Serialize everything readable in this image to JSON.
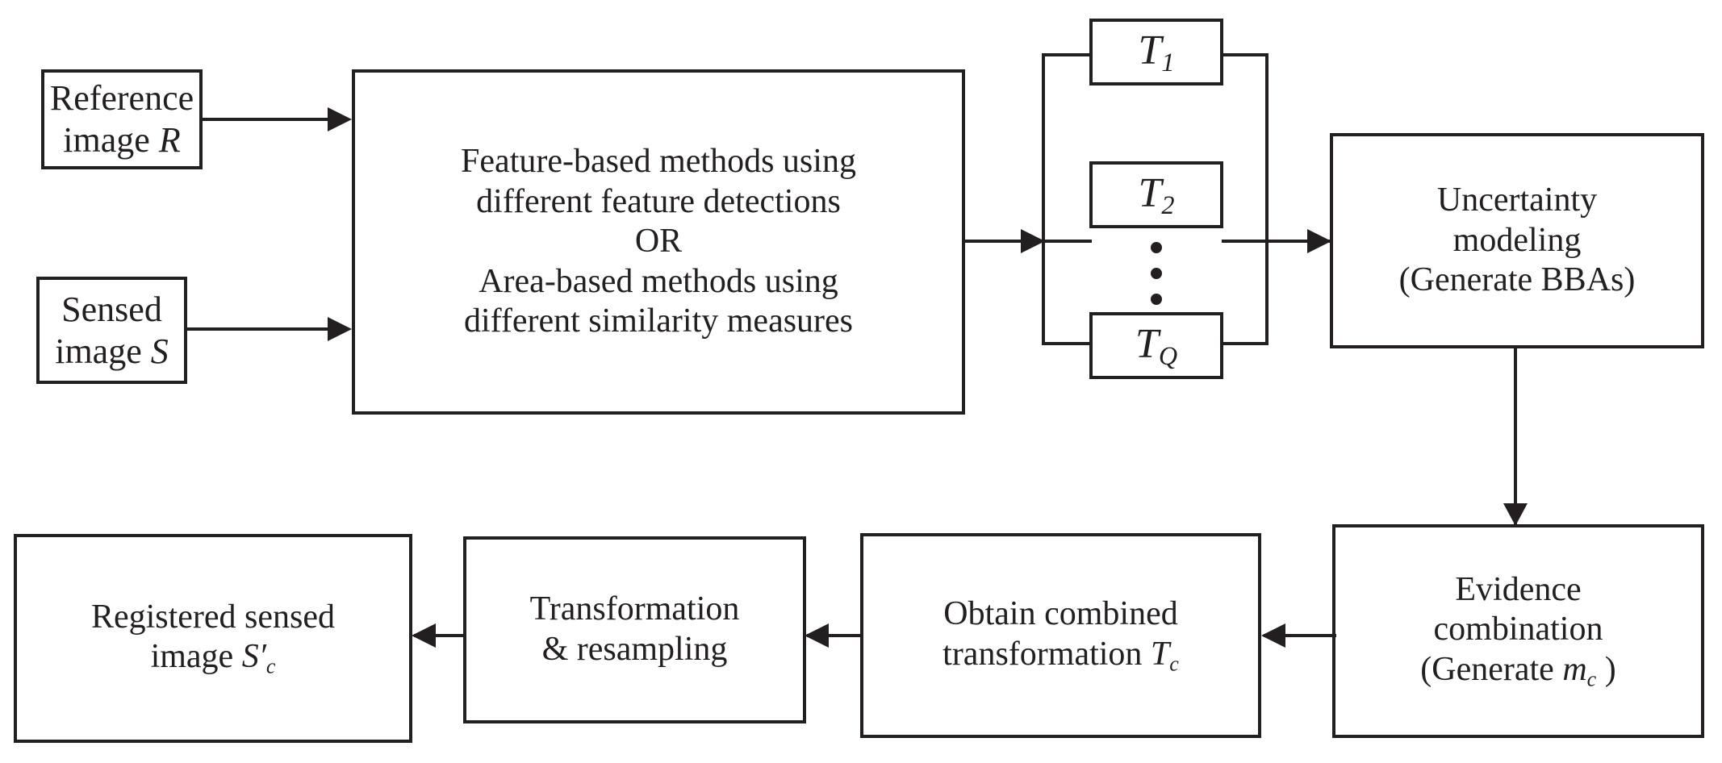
{
  "diagram": {
    "title": "Evidential image registration framework flowchart",
    "ink_color": "#231f20",
    "background": "#ffffff",
    "nodes": {
      "reference_image": {
        "line1": "Reference",
        "line2_text": "image",
        "line2_sym": "R"
      },
      "sensed_image": {
        "line1": "Sensed",
        "line2_text": "image",
        "line2_sym": "S"
      },
      "methods": {
        "line1": "Feature-based methods using",
        "line2": "different feature detections",
        "line3": "OR",
        "line4": "Area-based methods using",
        "line5": "different similarity measures"
      },
      "t1": {
        "base": "T",
        "sub": "1"
      },
      "t2": {
        "base": "T",
        "sub": "2"
      },
      "tq": {
        "base": "T",
        "sub": "Q"
      },
      "uncertainty": {
        "line1": "Uncertainty",
        "line2": "modeling",
        "line3": "(Generate BBAs)"
      },
      "evidence": {
        "line1": "Evidence",
        "line2": "combination",
        "line3_pre": "(Generate",
        "line3_sym": "m",
        "line3_sub": "c",
        "line3_post": ")"
      },
      "combined_transform": {
        "line1": "Obtain combined",
        "line2_text": "transformation",
        "line2_sym": "T",
        "line2_sub": "c"
      },
      "transform_resample": {
        "line1": "Transformation",
        "line2": "& resampling"
      },
      "registered_image": {
        "line1": "Registered sensed",
        "line2_text": "image",
        "line2_sym": "S",
        "line2_prime": "′",
        "line2_sub": "c"
      }
    },
    "ellipsis": {
      "count": 3,
      "glyph": "•"
    }
  }
}
